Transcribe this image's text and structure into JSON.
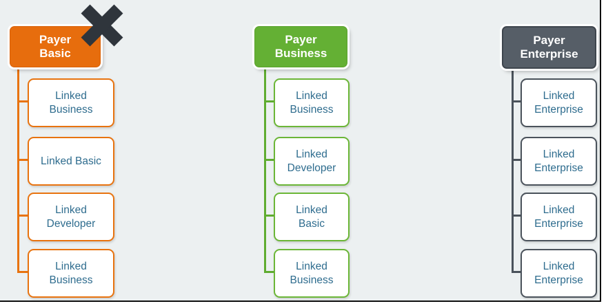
{
  "diagram": {
    "background_color": "#ECF0F1",
    "frame_border_color": "#0E0E0E",
    "child_text_color": "#2E6C8E",
    "x_mark": {
      "icon": "x-mark-icon",
      "color": "#2F353C",
      "meaning": "crossed-out"
    },
    "trees": [
      {
        "id": "payer-basic",
        "header_label": "Payer\nBasic",
        "fill_color": "#E76D0D",
        "line_color": "#E8730F",
        "crossed_out": true,
        "children": [
          "Linked\nBusiness",
          "Linked Basic",
          "Linked\nDeveloper",
          "Linked\nBusiness"
        ]
      },
      {
        "id": "payer-business",
        "header_label": "Payer\nBusiness",
        "fill_color": "#64B034",
        "line_color": "#5FAC30",
        "crossed_out": false,
        "children": [
          "Linked\nBusiness",
          "Linked\nDeveloper",
          "Linked\nBasic",
          "Linked\nBusiness"
        ]
      },
      {
        "id": "payer-enterprise",
        "header_label": "Payer\nEnterprise",
        "fill_color": "#565E67",
        "line_color": "#4A525B",
        "crossed_out": false,
        "children": [
          "Linked\nEnterprise",
          "Linked\nEnterprise",
          "Linked\nEnterprise",
          "Linked\nEnterprise"
        ]
      }
    ]
  }
}
